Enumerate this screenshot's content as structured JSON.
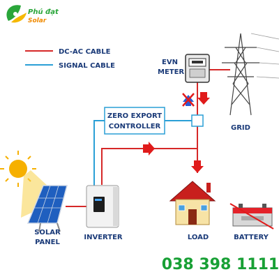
{
  "brand": {
    "name_line1": "Phú đạt",
    "name_line2": "Solar",
    "color": "#2aa63a"
  },
  "legend": {
    "items": [
      {
        "label": "DC-AC CABLE",
        "color": "#d62828"
      },
      {
        "label": "SIGNAL CABLE",
        "color": "#2a9fd6"
      }
    ]
  },
  "labels": {
    "evn_line1": "EVN",
    "evn_line2": "METER",
    "zero_line1": "ZERO EXPORT",
    "zero_line2": "CONTROLLER",
    "grid": "GRID",
    "solar_line1": "SOLAR",
    "solar_line2": "PANEL",
    "inverter": "INVERTER",
    "load": "LOAD",
    "battery": "BATTERY"
  },
  "phone": {
    "number": "038 398 1111",
    "color": "#18a035"
  },
  "colors": {
    "dc_ac_cable": "#d62828",
    "signal_cable": "#2a9fd6",
    "label_text": "#1a3a78",
    "arrow_red": "#e01b1b"
  }
}
